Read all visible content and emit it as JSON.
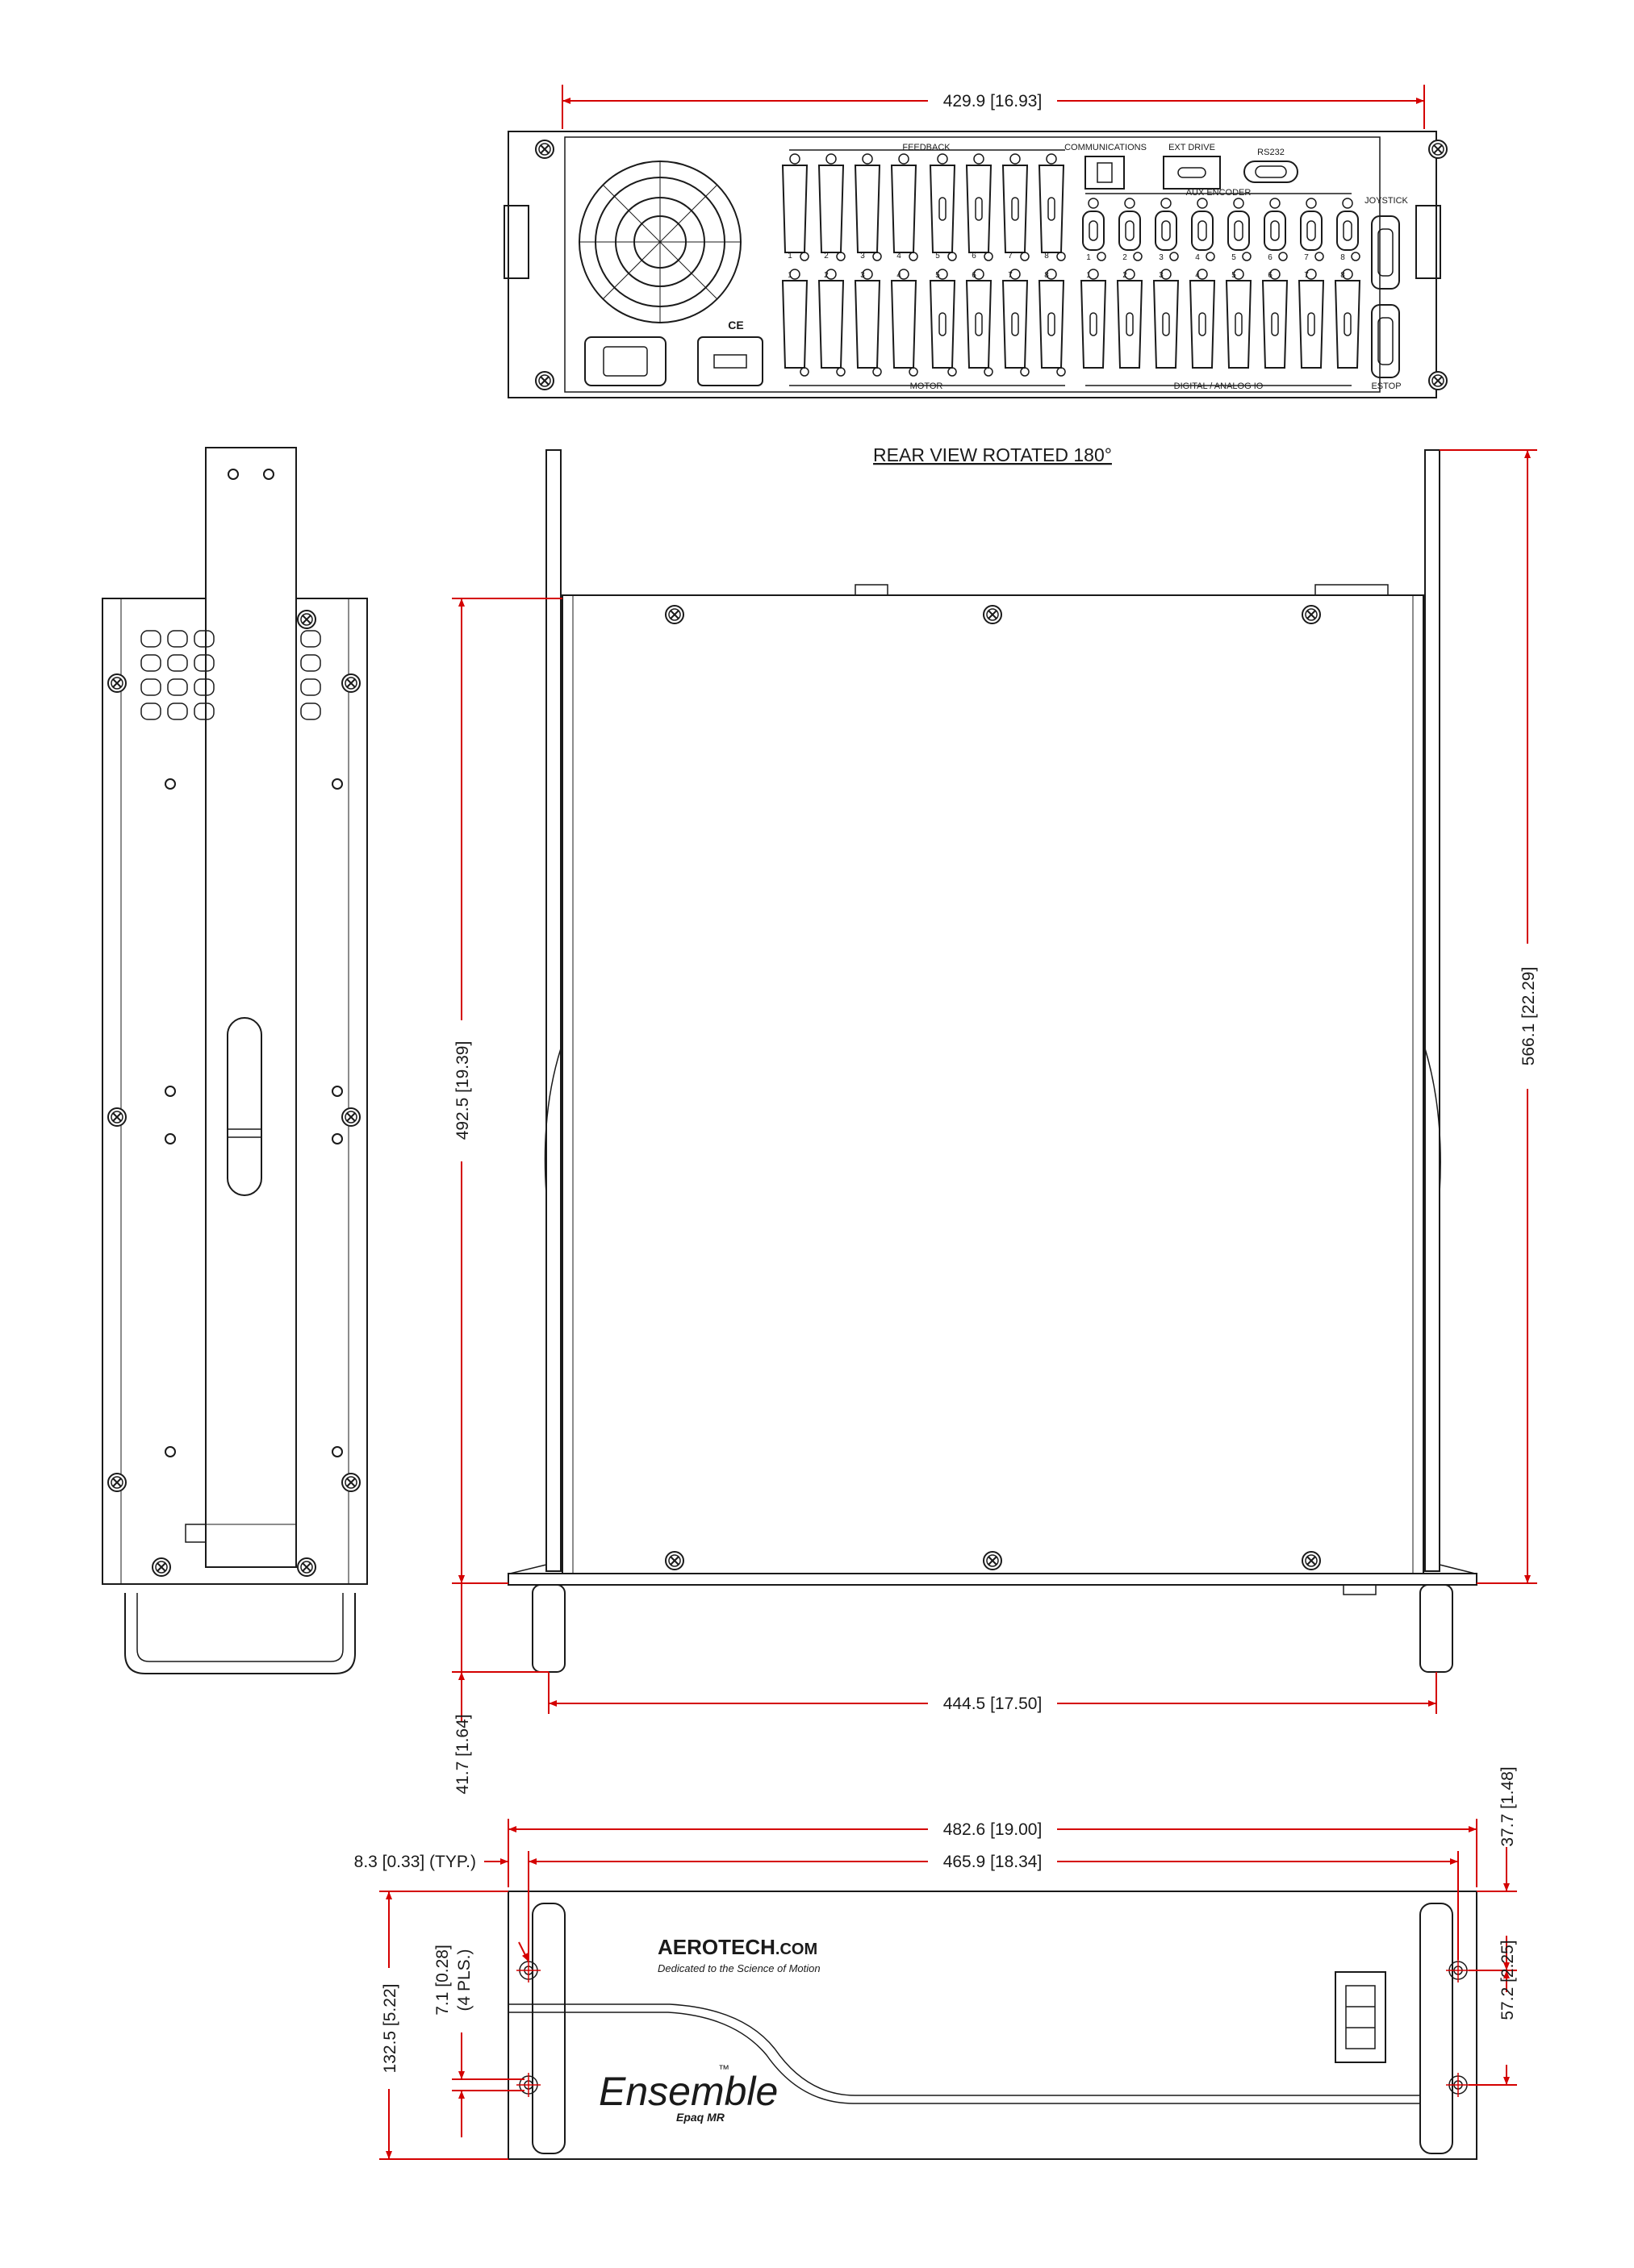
{
  "colors": {
    "outline": "#1a1a1a",
    "dimension": "#d40000",
    "background": "#ffffff"
  },
  "rear_view": {
    "width_dim": "429.9 [16.93]",
    "caption": "REAR VIEW ROTATED 180°",
    "labels": {
      "feedback": "FEEDBACK",
      "motor": "MOTOR",
      "communications": "COMMUNICATIONS",
      "ext_drive": "EXT DRIVE",
      "rs232": "RS232",
      "aux_encoder": "AUX ENCODER",
      "joystick": "JOYSTICK",
      "digital_analog_io": "DIGITAL / ANALOG IO",
      "estop": "ESTOP",
      "ce_mark": "CE"
    },
    "feedback_numbers": [
      "1",
      "2",
      "3",
      "4",
      "5",
      "6",
      "7",
      "8"
    ],
    "motor_numbers": [
      "1",
      "2",
      "3",
      "4",
      "5",
      "6",
      "7",
      "8"
    ],
    "aux_numbers": [
      "1",
      "2",
      "3",
      "4",
      "5",
      "6",
      "7",
      "8"
    ],
    "io_numbers": [
      "1",
      "2",
      "3",
      "4",
      "5",
      "6",
      "7",
      "8"
    ]
  },
  "top_view": {
    "depth_dim": "492.5 [19.39]",
    "overall_depth_dim": "566.1 [22.29]",
    "handle_depth_dim": "41.7 [1.64]",
    "handle_span_dim": "444.5 [17.50]"
  },
  "front_view": {
    "panel_width_dim": "482.6 [19.00]",
    "hole_span_dim": "465.9 [18.34]",
    "edge_offset_dim": "8.3 [0.33] (TYP.)",
    "height_dim": "132.5 [5.22]",
    "hole_dia_dim": "7.1 [0.28]",
    "hole_count": "(4 PLS.)",
    "top_hole_dim": "37.7 [1.48]",
    "hole_pitch_dim": "57.2 [2.25]",
    "brand": "AEROTECH",
    "brand_suffix": ".COM",
    "tagline": "Dedicated to the Science of Motion",
    "product": "Ensemble",
    "trademark": "™",
    "model": "Epaq MR"
  }
}
